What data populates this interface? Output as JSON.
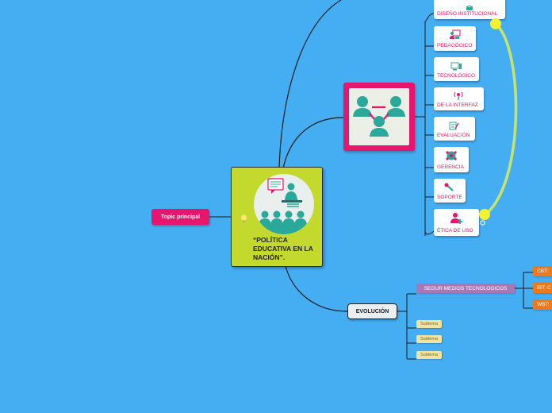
{
  "main_topic_label": "Topic principal",
  "central": {
    "title": "“POLÍTICA EDUCATIVA EN LA NACIÓN”."
  },
  "branches": [
    {
      "key": "diseno",
      "label": "DISEÑO INSTITUCIONAL",
      "icon": "phone-icon"
    },
    {
      "key": "pedagogico",
      "label": "PEDAGÓGICO",
      "icon": "teacher-board-icon"
    },
    {
      "key": "tecnologico",
      "label": "TECNOLÓGICO",
      "icon": "devices-icon"
    },
    {
      "key": "interfaz",
      "label": "DE LA INTERFAZ",
      "icon": "broadcast-icon"
    },
    {
      "key": "evaluacion",
      "label": "EVALUACIÓN",
      "icon": "checklist-icon"
    },
    {
      "key": "gerencia",
      "label": "GERENCIA",
      "icon": "team-gear-icon"
    },
    {
      "key": "soporte",
      "label": "SOPORTE",
      "icon": "wrench-icon"
    },
    {
      "key": "etica",
      "label": "ÉTICA DE USO",
      "icon": "user-plus-icon"
    }
  ],
  "evolucion": {
    "label": "EVOLUCIÓN",
    "segur": "SEGUR MEDIOS TECNOLOGICOS",
    "items": [
      "CBT:",
      "IBT: C",
      "WBT:"
    ],
    "subtemas": [
      "Subtema",
      "Subtema",
      "Subtema"
    ]
  },
  "colors": {
    "background": "#45aef3",
    "pink": "#e8156e",
    "central_green": "#c3d92e",
    "teal": "#2aa89a",
    "relationship_yellow": "#c8e36a",
    "orange": "#ec7a1c",
    "purple": "#a878b6"
  }
}
